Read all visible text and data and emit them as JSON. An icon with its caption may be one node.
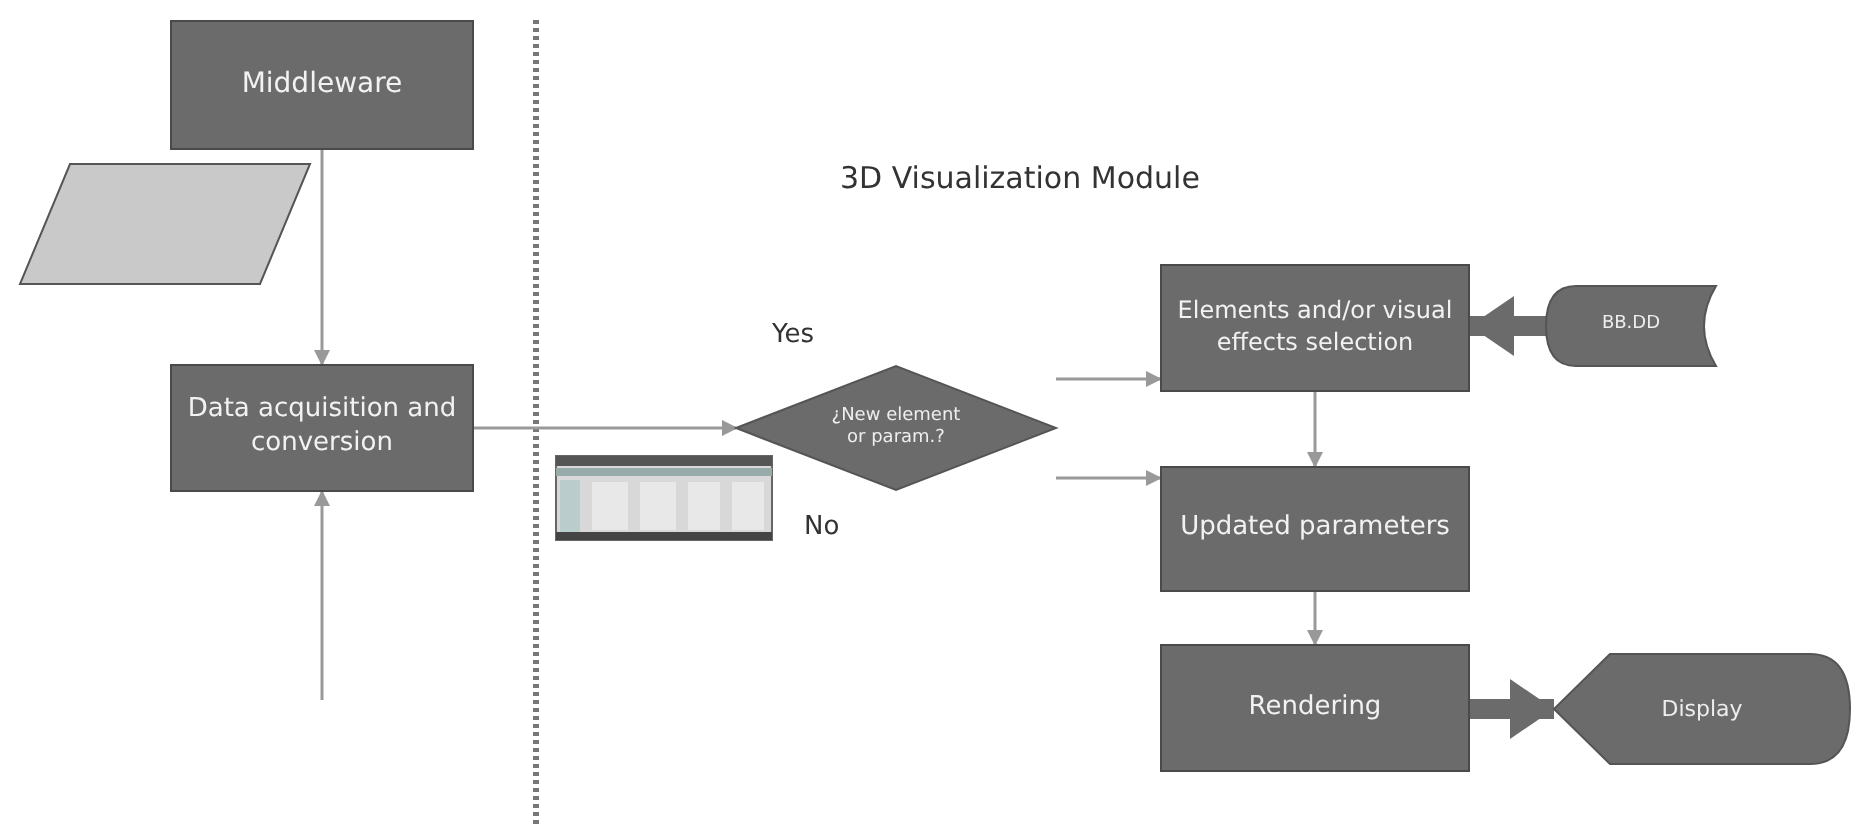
{
  "diagram": {
    "nodes": [
      {
        "text": [
          "Middleware"
        ]
      },
      {
        "text": [],
        "shape": "parallelogram"
      },
      {
        "text": [
          "Data acquisition and conversion"
        ]
      },
      {
        "text": [
          "¿New element or param.?"
        ],
        "beside": [
          "Yes",
          "No"
        ]
      },
      {
        "text": [
          "Elements and/or visual effects selection"
        ]
      },
      {
        "text": [
          "BB.DD"
        ]
      },
      {
        "text": [
          "Updated parameters"
        ]
      },
      {
        "text": [
          "Rendering"
        ]
      },
      {
        "text": [
          "Display"
        ]
      }
    ],
    "edges": [
      {
        "from": 0,
        "to": 2,
        "arrow": "to"
      },
      {
        "from": null,
        "to": 2,
        "arrow": "to"
      },
      {
        "from": 2,
        "to": 3,
        "arrow": "to"
      },
      {
        "from": 3,
        "to": 4,
        "arrow": "to"
      },
      {
        "from": 3,
        "to": 6,
        "arrow": "to"
      },
      {
        "from": 5,
        "to": 4,
        "arrow": "to",
        "style": "thick"
      },
      {
        "from": 4,
        "to": 6,
        "arrow": "to"
      },
      {
        "from": 6,
        "to": 7,
        "arrow": "to"
      },
      {
        "from": 7,
        "to": 8,
        "arrow": "to",
        "style": "thick"
      }
    ],
    "labels": [
      "3D Visualization Module"
    ]
  }
}
